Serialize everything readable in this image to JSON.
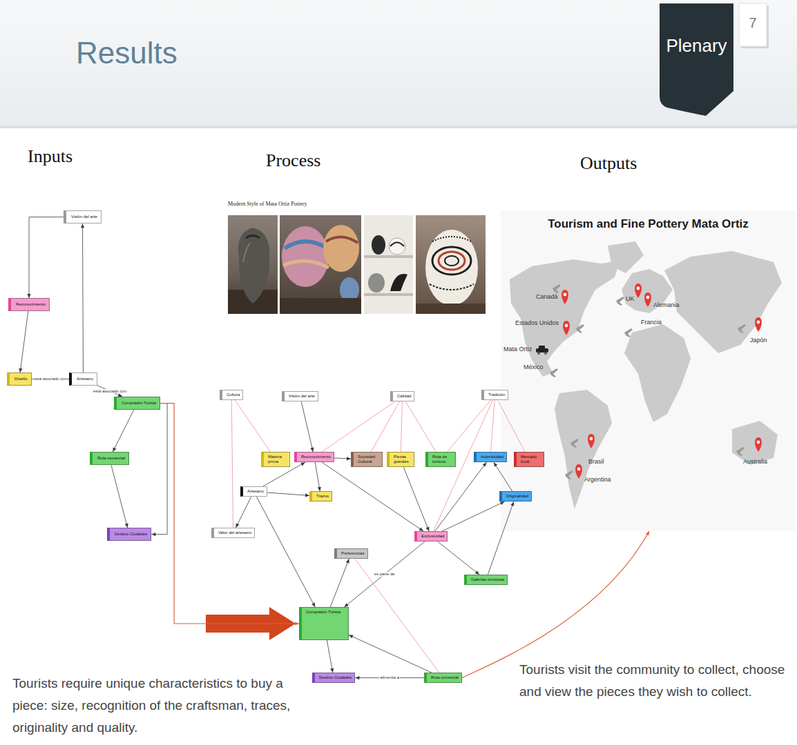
{
  "diagram": {
    "title": "Results",
    "nodes": [
      {
        "text": [
          "Visión del arte"
        ]
      },
      {
        "text": [
          "Reconocimiento"
        ]
      },
      {
        "text": [
          "Diseño"
        ]
      },
      {
        "text": [
          "Artesano"
        ]
      },
      {
        "text": [
          "Comprador-Turista"
        ]
      },
      {
        "text": [
          "Ruta comercial"
        ]
      },
      {
        "text": [
          "Destino Ciudades"
        ]
      },
      {
        "text": [
          "Cultura"
        ]
      },
      {
        "text": [
          "Visión del arte"
        ]
      },
      {
        "text": [
          "Calidad"
        ]
      },
      {
        "text": [
          "Tradición"
        ]
      },
      {
        "text": [
          "Materia prima"
        ]
      },
      {
        "text": [
          "Reconocimiento"
        ]
      },
      {
        "text": [
          "Sociedad Cultural"
        ]
      },
      {
        "text": [
          "Piezas grandes"
        ]
      },
      {
        "text": [
          "Ruta de turismo"
        ]
      },
      {
        "text": [
          "Autenticidad"
        ]
      },
      {
        "text": [
          "Mercado local"
        ]
      },
      {
        "text": [
          "Artesano"
        ]
      },
      {
        "text": [
          "Trazos"
        ]
      },
      {
        "text": [
          "Originalidad"
        ]
      },
      {
        "text": [
          "Valor del artesano"
        ]
      },
      {
        "text": [
          "Exclusividad"
        ]
      },
      {
        "text": [
          "Galerías turísticas"
        ]
      },
      {
        "text": [
          "Preferencias"
        ]
      },
      {
        "text": [
          "Comprador-Turista"
        ]
      },
      {
        "text": [
          "Destino Ciudades"
        ]
      },
      {
        "text": [
          "Ruta comercial"
        ]
      },
      {
        "text": [
          "Tourism and Fine Pottery Mata Ortiz"
        ]
      }
    ],
    "edges": [
      {
        "from": 0,
        "to": 1,
        "arrow": "to"
      },
      {
        "from": 3,
        "to": 0,
        "arrow": "to"
      },
      {
        "from": 1,
        "to": 2,
        "arrow": "to"
      },
      {
        "from": 2,
        "to": 3,
        "label": "está asociado con",
        "arrow": "to"
      },
      {
        "from": 3,
        "to": 4,
        "label": "está asociado con",
        "arrow": "to"
      },
      {
        "from": 4,
        "to": 5,
        "arrow": "to"
      },
      {
        "from": 5,
        "to": 6,
        "arrow": "to"
      },
      {
        "from": 4,
        "to": 6,
        "arrow": "to"
      },
      {
        "from": 4,
        "to": 25,
        "arrow": "to"
      },
      {
        "from": 8,
        "to": 12,
        "arrow": "to"
      },
      {
        "from": 18,
        "to": 12,
        "arrow": "to"
      },
      {
        "from": 12,
        "to": 13,
        "arrow": "to"
      },
      {
        "from": 18,
        "to": 19,
        "arrow": "to"
      },
      {
        "from": 12,
        "to": 19,
        "arrow": "to"
      },
      {
        "from": 18,
        "to": 25,
        "arrow": "to"
      },
      {
        "from": 18,
        "to": 21,
        "arrow": "to"
      },
      {
        "from": 22,
        "to": 16,
        "arrow": "to"
      },
      {
        "from": 22,
        "to": 20,
        "arrow": "to"
      },
      {
        "from": 22,
        "to": 23,
        "arrow": "to"
      },
      {
        "from": 23,
        "to": 20,
        "arrow": "to"
      },
      {
        "from": 20,
        "to": 16,
        "arrow": "to"
      },
      {
        "from": 12,
        "to": 22,
        "arrow": "to"
      },
      {
        "from": 27,
        "to": 25,
        "arrow": "to"
      },
      {
        "from": 27,
        "to": 26,
        "label": "alimenta a",
        "arrow": "to"
      },
      {
        "from": 25,
        "to": 24,
        "arrow": "to"
      },
      {
        "from": 22,
        "to": 25,
        "label": "es parte de",
        "arrow": "to"
      },
      {
        "from": 14,
        "to": 22,
        "arrow": "to"
      },
      {
        "from": 25,
        "to": 26,
        "arrow": "to"
      },
      {
        "from": 7,
        "to": 11,
        "arrow": "none"
      },
      {
        "from": 7,
        "to": 21,
        "arrow": "none"
      },
      {
        "from": 9,
        "to": 12,
        "arrow": "none"
      },
      {
        "from": 9,
        "to": 13,
        "arrow": "none"
      },
      {
        "from": 9,
        "to": 14,
        "arrow": "none"
      },
      {
        "from": 9,
        "to": 15,
        "arrow": "none"
      },
      {
        "from": 10,
        "to": 15,
        "arrow": "none"
      },
      {
        "from": 10,
        "to": 16,
        "arrow": "none"
      },
      {
        "from": 10,
        "to": 17,
        "arrow": "none"
      },
      {
        "from": 10,
        "to": 22,
        "arrow": "none"
      },
      {
        "from": 24,
        "to": 27,
        "arrow": "none"
      },
      {
        "from": 27,
        "to": 28,
        "arrow": "to"
      }
    ],
    "labels": [
      "Plenary",
      "7",
      "Inputs",
      "Process",
      "Outputs",
      "Modern Style of Mata Ortiz Pottery",
      "Canadá",
      "Estados Unidos",
      "Mata Ortiz",
      "México",
      "UK",
      "Alemania",
      "Francia",
      "Japón",
      "Brasil",
      "Argentina",
      "Australia",
      "Tourists require unique characteristics to buy a piece: size, recognition of the craftsman, traces, originality and quality.",
      "Tourists visit the community to collect, choose and view the pieces they wish to collect."
    ]
  }
}
